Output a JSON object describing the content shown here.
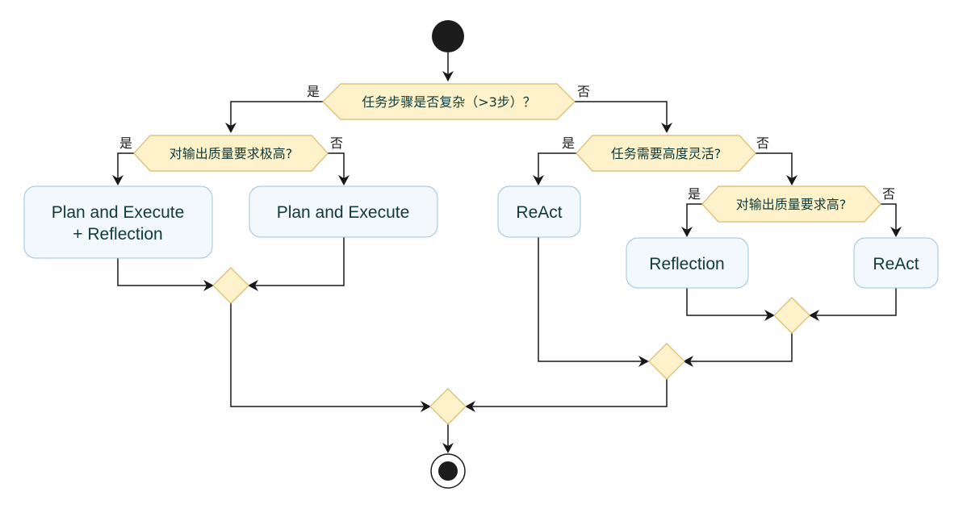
{
  "decisions": {
    "d1": {
      "question": "任务步骤是否复杂（>3步）？",
      "yes": "是",
      "no": "否"
    },
    "d2": {
      "question": "对输出质量要求极高?",
      "yes": "是",
      "no": "否"
    },
    "d3": {
      "question": "任务需要高度灵活?",
      "yes": "是",
      "no": "否"
    },
    "d4": {
      "question": "对输出质量要求高?",
      "yes": "是",
      "no": "否"
    }
  },
  "activities": {
    "plan_reflect_line1": "Plan and Execute",
    "plan_reflect_line2": "+ Reflection",
    "plan_execute": "Plan and Execute",
    "react_left": "ReAct",
    "reflection": "Reflection",
    "react_right": "ReAct"
  },
  "colors": {
    "decision_fill": "#fdf2c9",
    "decision_stroke": "#d8b96a",
    "activity_fill": "#f2f8fc",
    "activity_stroke": "#9fc3d6",
    "line": "#181818"
  }
}
